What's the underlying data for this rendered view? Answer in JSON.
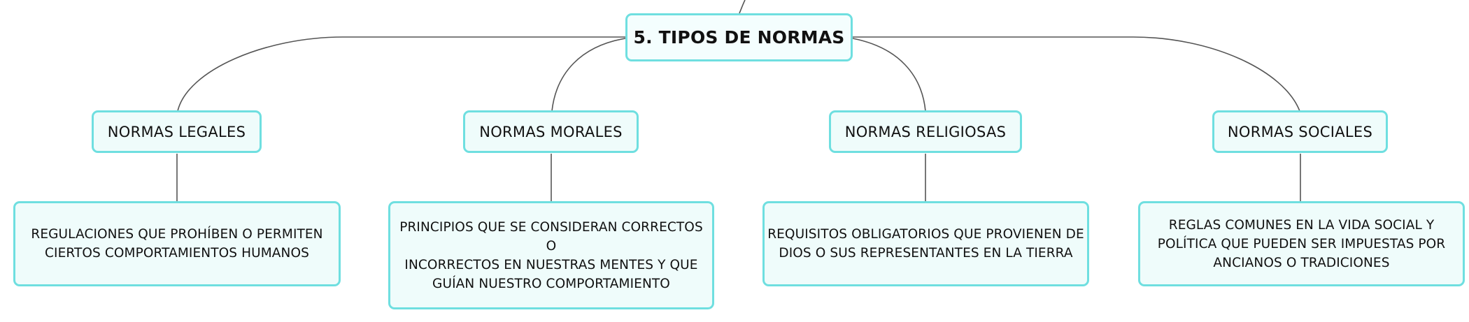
{
  "diagram": {
    "root": {
      "label": "5. TIPOS DE NORMAS"
    },
    "branches": [
      {
        "label": "NORMAS LEGALES",
        "description": "REGULACIONES QUE PROHÍBEN O PERMITEN CIERTOS COMPORTAMIENTOS HUMANOS",
        "description_lines": [
          "REGULACIONES QUE PROHÍBEN O PERMITEN",
          "CIERTOS COMPORTAMIENTOS HUMANOS"
        ]
      },
      {
        "label": "NORMAS MORALES",
        "description": "PRINCIPIOS QUE SE CONSIDERAN CORRECTOS O INCORRECTOS EN NUESTRAS MENTES Y QUE GUÍAN NUESTRO COMPORTAMIENTO",
        "description_lines": [
          "PRINCIPIOS QUE SE CONSIDERAN CORRECTOS O",
          "INCORRECTOS EN NUESTRAS MENTES Y QUE",
          "GUÍAN NUESTRO COMPORTAMIENTO"
        ]
      },
      {
        "label": "NORMAS RELIGIOSAS",
        "description": "REQUISITOS OBLIGATORIOS QUE PROVIENEN DE DIOS O SUS REPRESENTANTES EN LA TIERRA",
        "description_lines": [
          "REQUISITOS OBLIGATORIOS QUE PROVIENEN DE",
          "DIOS O SUS REPRESENTANTES EN LA TIERRA"
        ]
      },
      {
        "label": "NORMAS SOCIALES",
        "description": "REGLAS COMUNES EN LA VIDA SOCIAL Y POLÍTICA QUE PUEDEN SER IMPUESTAS POR ANCIANOS O TRADICIONES",
        "description_lines": [
          "REGLAS COMUNES EN LA VIDA SOCIAL Y",
          "POLÍTICA QUE PUEDEN SER IMPUESTAS POR",
          "ANCIANOS O TRADICIONES"
        ]
      }
    ]
  },
  "colors": {
    "node_border": "#6fdfe0",
    "node_fill": "#effcfb",
    "connector": "#555555",
    "text": "#111111"
  }
}
